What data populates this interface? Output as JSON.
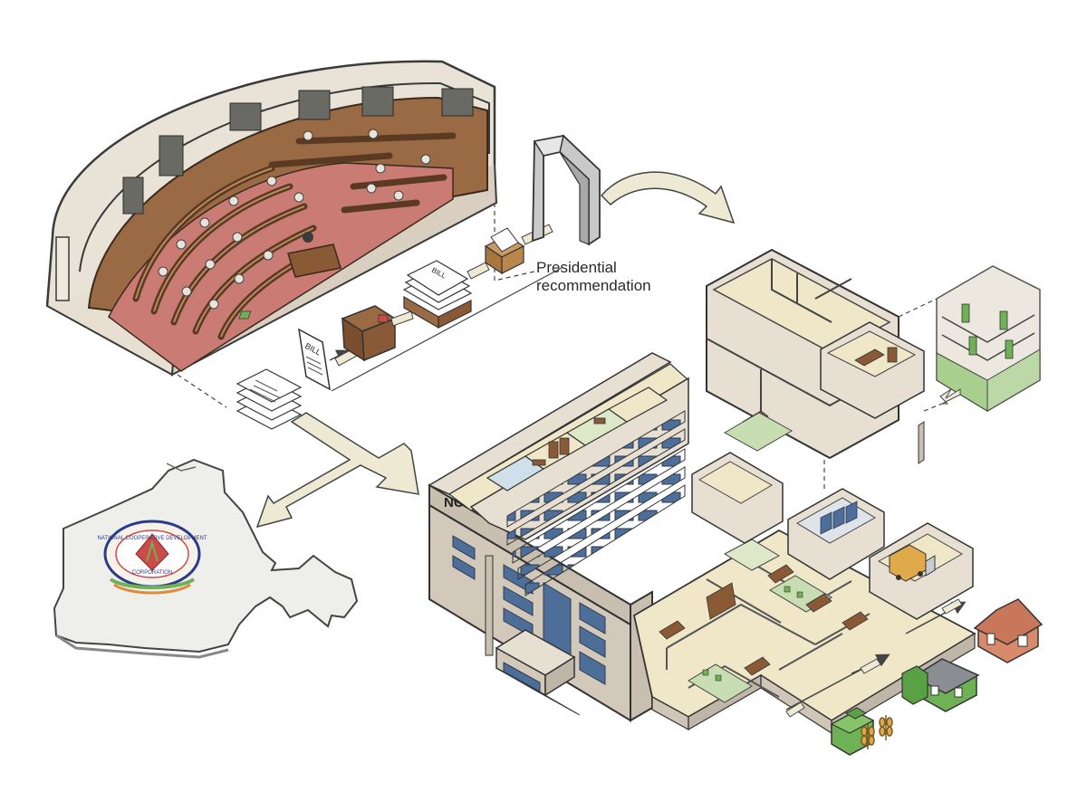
{
  "diagram": {
    "bill_label": "BILL",
    "presidential_label_line1": "Presidential",
    "presidential_label_line2": "recommendation",
    "building_sign": "NCDC",
    "emblem_top_text": "NATIONAL COOPERATIVE DEVELOPMENT",
    "emblem_bottom_text": "CORPORATION",
    "icons": [
      "parliament-chamber-icon",
      "bill-document-icon",
      "ballot-box-icon",
      "gateway-arch-icon",
      "india-map-icon",
      "ncdc-emblem-icon",
      "ncdc-headquarters-icon",
      "farm-house-icon",
      "wheat-icon",
      "truck-icon"
    ],
    "colors": {
      "chamber_wood": "#9a6a45",
      "chamber_carpet": "#c97b74",
      "building_facade": "#d9d1c5",
      "office_floor": "#efe7c8",
      "green_zone": "#a9cf8f",
      "arrow_fill": "#ede9d3",
      "house_red": "#c8775a",
      "house_green": "#6fb255"
    }
  }
}
